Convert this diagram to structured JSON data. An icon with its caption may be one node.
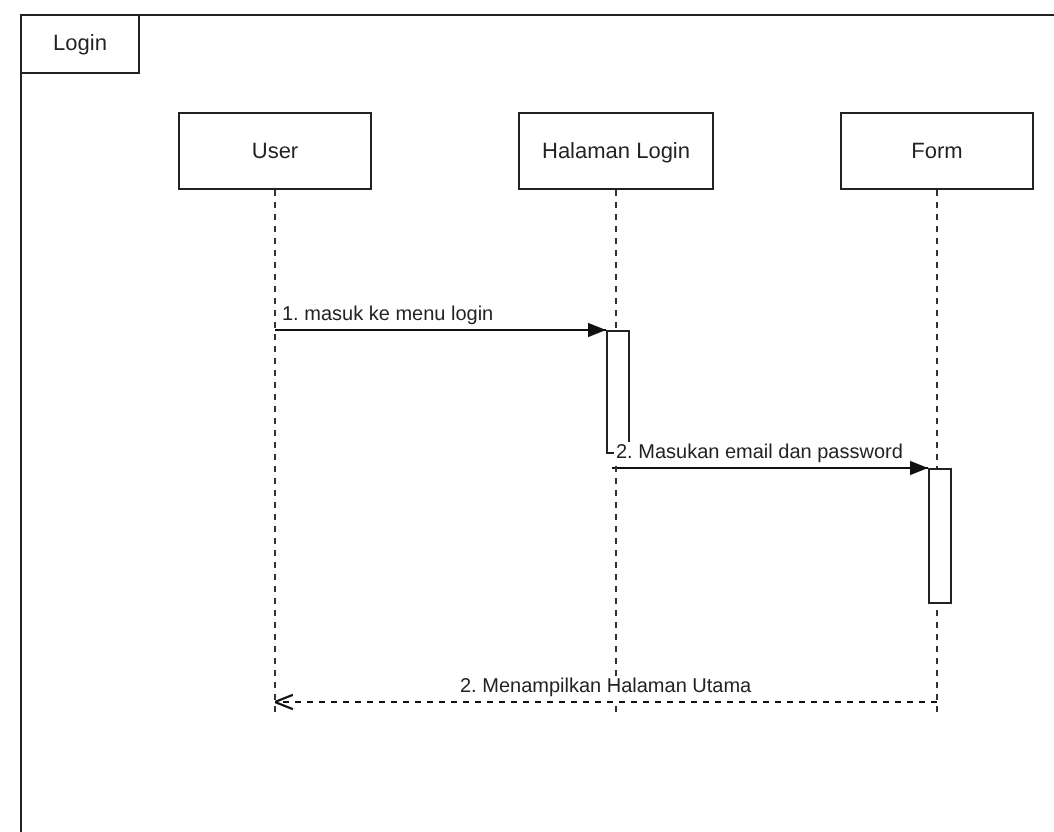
{
  "diagram": {
    "nodes": [
      {
        "text": [
          "Login"
        ]
      },
      {
        "text": [
          "User"
        ],
        "in": 0
      },
      {
        "text": [
          "Halaman Login"
        ],
        "in": 0
      },
      {
        "text": [
          "Form"
        ],
        "in": 0
      },
      {
        "text": [],
        "shape": "bar",
        "in": 2
      },
      {
        "text": [],
        "shape": "bar",
        "in": 3
      }
    ],
    "edges": [
      {
        "from": 1,
        "to": 4,
        "arrow": "to",
        "label": "1. masuk ke menu login"
      },
      {
        "from": 4,
        "to": 5,
        "arrow": "to",
        "label": "2. Masukan email dan password"
      },
      {
        "from": 3,
        "to": 1,
        "arrow": "to",
        "label": "2. Menampilkan Halaman Utama",
        "style": "dashed"
      }
    ]
  }
}
